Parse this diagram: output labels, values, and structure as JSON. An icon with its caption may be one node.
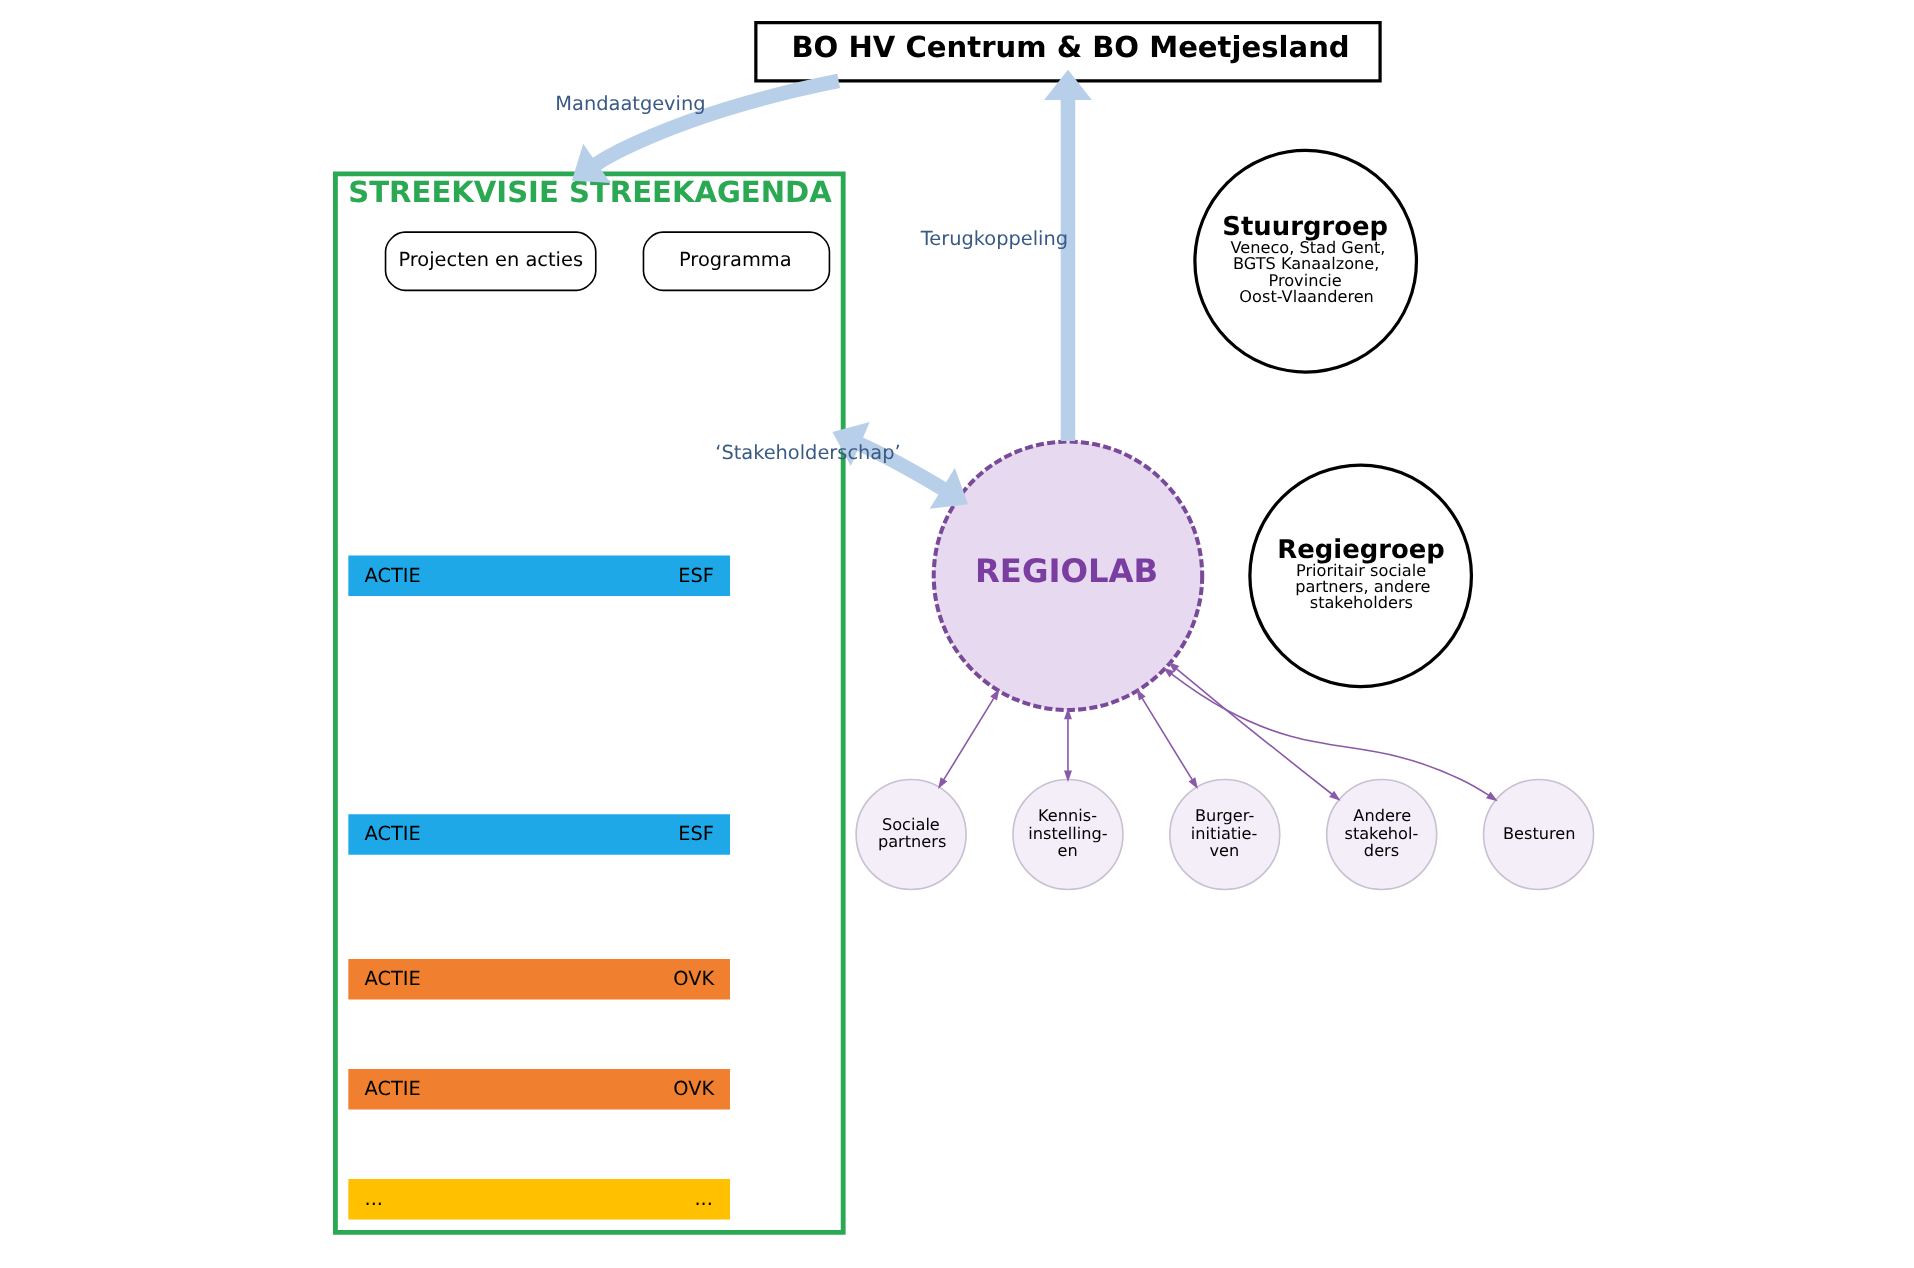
{
  "diagram": {
    "nodes": [
      {
        "text": [
          "BO HV Centrum & BO Meetjesland"
        ]
      },
      {
        "text": [
          "Stuurgroep",
          "Veneco, Stad Gent, BGTS Kanaalzone, Provincie Oost-Vlaanderen"
        ]
      },
      {
        "text": [
          "Regiegroep",
          "Prioritair sociale partners, andere stakeholders"
        ]
      },
      {
        "text": [
          "STREEKVISIE STREEKAGENDA"
        ]
      },
      {
        "text": [
          "Projecten en acties"
        ],
        "in": 3
      },
      {
        "text": [
          "Programma"
        ],
        "in": 3
      },
      {
        "text": [
          "ACTIE",
          "ESF"
        ],
        "in": 3
      },
      {
        "text": [
          "ACTIE",
          "ESF"
        ],
        "in": 3
      },
      {
        "text": [
          "ACTIE",
          "OVK"
        ],
        "in": 3
      },
      {
        "text": [
          "ACTIE",
          "OVK"
        ],
        "in": 3
      },
      {
        "text": [
          "...",
          "..."
        ],
        "in": 3
      },
      {
        "text": [
          "REGIOLAB"
        ]
      },
      {
        "text": [
          "Besturen"
        ]
      },
      {
        "text": [
          "Sociale partners"
        ]
      },
      {
        "text": [
          "Kennis- instelling- en"
        ]
      },
      {
        "text": [
          "Burger- initiatie- ven"
        ]
      },
      {
        "text": [
          "Andere stakehol- ders"
        ]
      }
    ],
    "edges": [
      {
        "from": 0,
        "to": 3,
        "arrow": "to",
        "label": "Mandaatgeving",
        "style": "thick",
        "color": "#b7cfe9"
      },
      {
        "from": 11,
        "to": 0,
        "arrow": "to",
        "label": "Terugkoppeling",
        "style": "thick",
        "color": "#b7cfe9"
      },
      {
        "from": 3,
        "to": 11,
        "arrow": "both",
        "label": "‘Stakeholderschap’",
        "style": "thick",
        "color": "#b7cfe9"
      },
      {
        "from": 11,
        "to": 12,
        "arrow": "both"
      },
      {
        "from": 11,
        "to": 13,
        "arrow": "both"
      },
      {
        "from": 11,
        "to": 14,
        "arrow": "both"
      },
      {
        "from": 11,
        "to": 15,
        "arrow": "both"
      },
      {
        "from": 11,
        "to": 16,
        "arrow": "both"
      }
    ]
  }
}
